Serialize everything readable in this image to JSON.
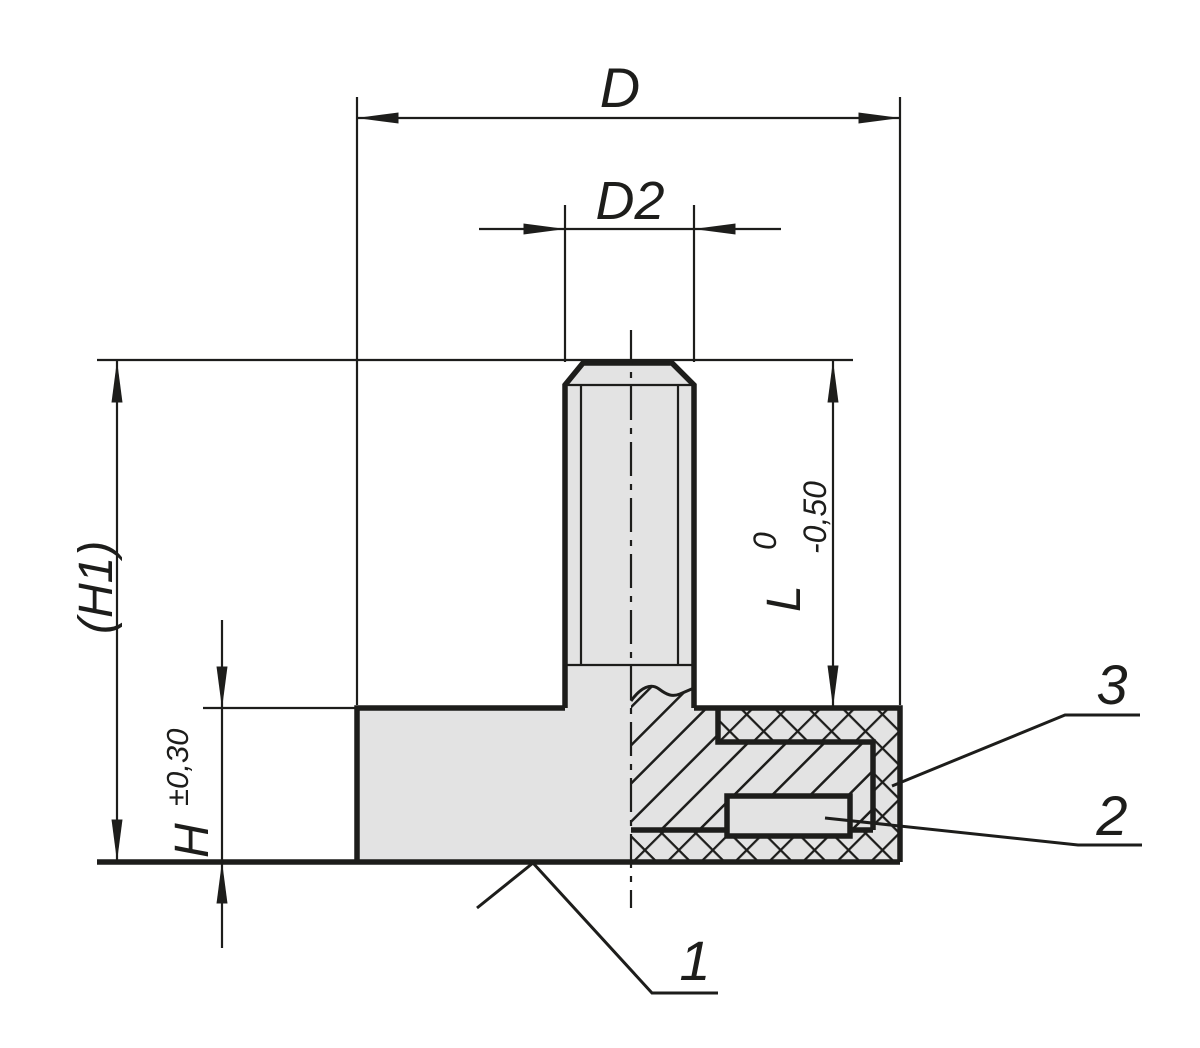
{
  "colors": {
    "line": "#1d1d1b",
    "part_fill": "#e3e3e3",
    "background": "#ffffff"
  },
  "dimensions": {
    "d": "D",
    "d2": "D2",
    "h1": "(H1)",
    "h": "H",
    "h_tolerance": "±0,30",
    "l": "L",
    "l_tolerance_upper": "0",
    "l_tolerance_lower": "-0,50"
  },
  "callouts": {
    "item1": "1",
    "item2": "2",
    "item3": "3"
  }
}
